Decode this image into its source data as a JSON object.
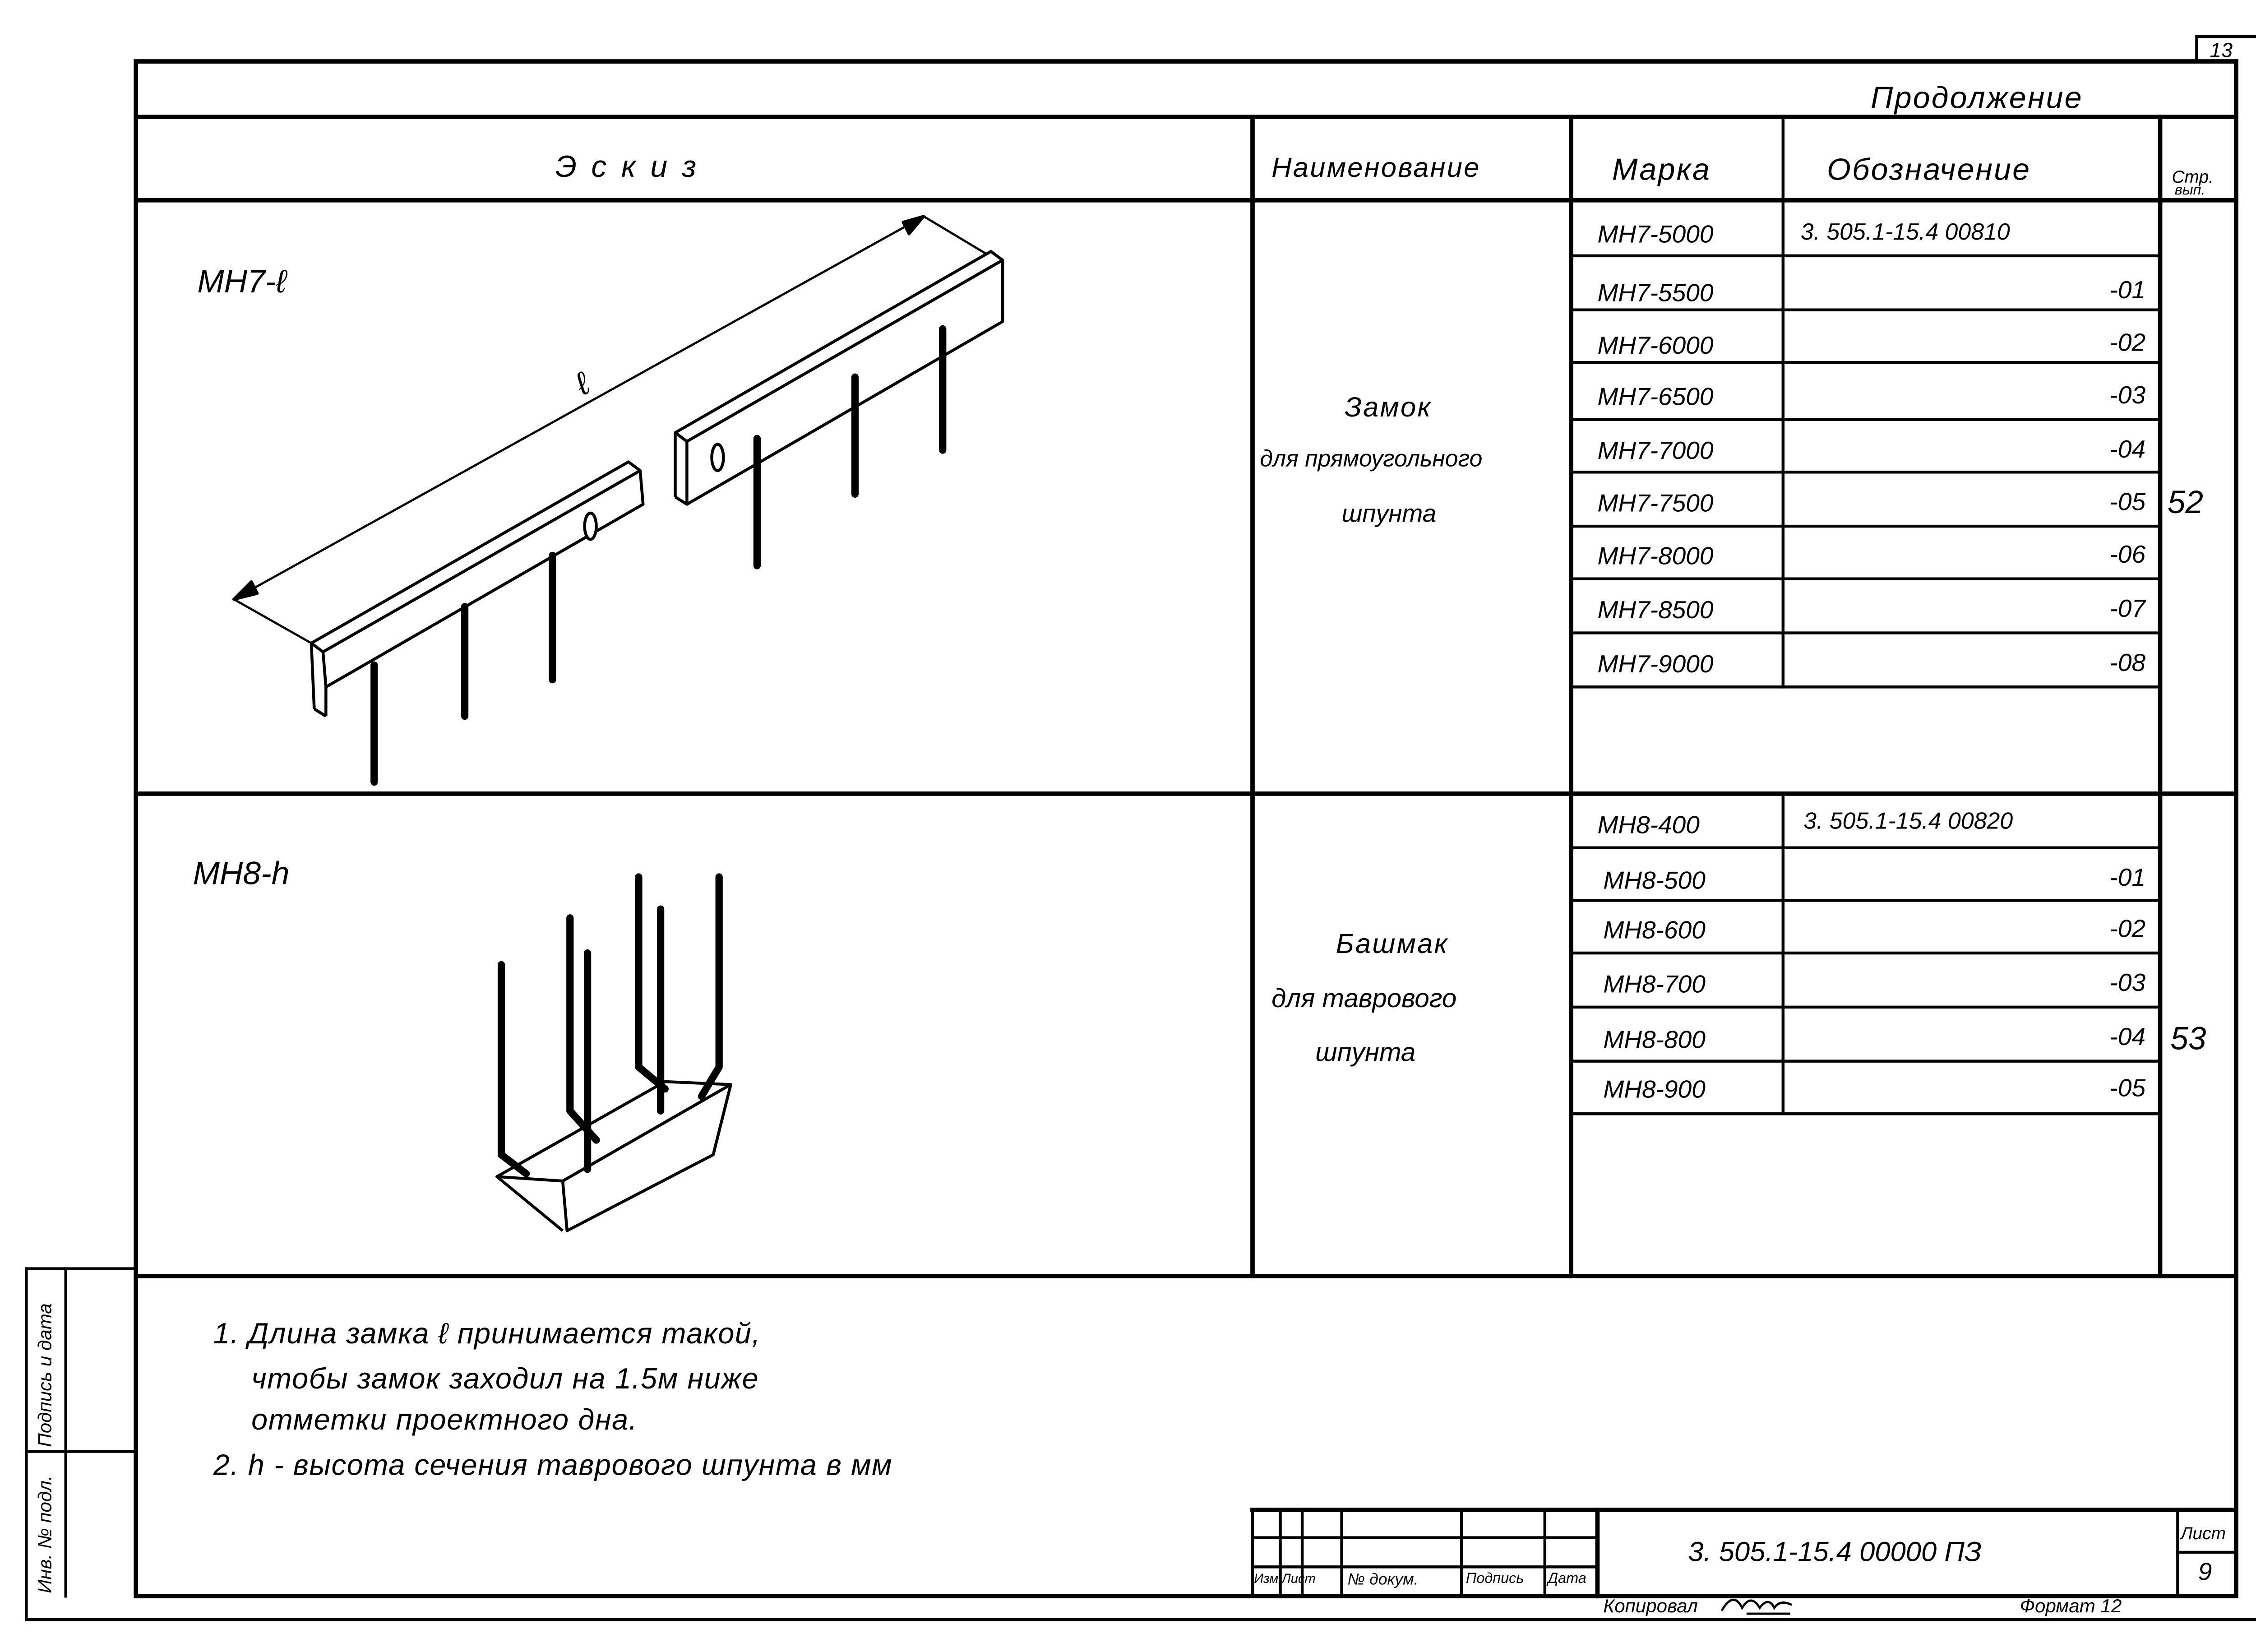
{
  "sheet_number": "13",
  "continuation_label": "Продолжение",
  "columns": {
    "sketch": "Эскиз",
    "name": "Наименование",
    "mark": "Марка",
    "designation": "Обозначение",
    "page_line1": "Стр.",
    "page_line2": "вып."
  },
  "sections": [
    {
      "sketch_label": "МН7-ℓ",
      "dimension_label": "ℓ",
      "name_line1": "Замок",
      "name_line2": "для прямоугольного",
      "name_line3": "шпунта",
      "page": "52",
      "rows": [
        {
          "mark": "МН7-5000",
          "designation": "3. 505.1-15.4 00810"
        },
        {
          "mark": "МН7-5500",
          "designation": "-01"
        },
        {
          "mark": "МН7-6000",
          "designation": "-02"
        },
        {
          "mark": "МН7-6500",
          "designation": "-03"
        },
        {
          "mark": "МН7-7000",
          "designation": "-04"
        },
        {
          "mark": "МН7-7500",
          "designation": "-05"
        },
        {
          "mark": "МН7-8000",
          "designation": "-06"
        },
        {
          "mark": "МН7-8500",
          "designation": "-07"
        },
        {
          "mark": "МН7-9000",
          "designation": "-08"
        }
      ]
    },
    {
      "sketch_label": "МН8-h",
      "name_line1": "Башмак",
      "name_line2": "для таврового",
      "name_line3": "шпунта",
      "page": "53",
      "rows": [
        {
          "mark": "МН8-400",
          "designation": "3. 505.1-15.4  00820"
        },
        {
          "mark": "МН8-500",
          "designation": "-01"
        },
        {
          "mark": "МН8-600",
          "designation": "-02"
        },
        {
          "mark": "МН8-700",
          "designation": "-03"
        },
        {
          "mark": "МН8-800",
          "designation": "-04"
        },
        {
          "mark": "МН8-900",
          "designation": "-05"
        }
      ]
    }
  ],
  "notes": [
    "1. Длина замка ℓ принимается такой,",
    "чтобы замок заходил на 1.5м ниже",
    "отметки проектного дна.",
    "2. h - высота сечения таврового шпунта в мм"
  ],
  "side_stamp": {
    "signature_date": "Подпись и дата",
    "inventory_no": "Инв. № подл."
  },
  "title_block": {
    "col_change": "Изм.",
    "col_sheet": "Лист",
    "col_doc_no": "№ докум.",
    "col_signature": "Подпись",
    "col_date": "Дата",
    "document_code": "3. 505.1-15.4   00000 ПЗ",
    "sheet_label": "Лист",
    "sheet_value": "9",
    "copied_by": "Копировал",
    "format": "Формат 12"
  }
}
